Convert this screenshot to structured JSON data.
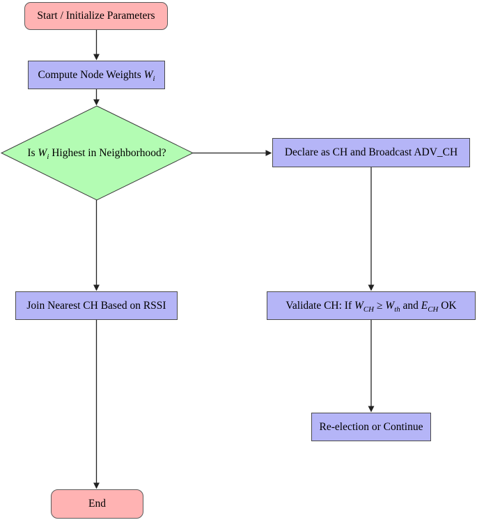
{
  "colors": {
    "terminal_fill": "#ffb3b3",
    "terminal_border": "#5a5a5a",
    "process_fill": "#b5b5f7",
    "node_border": "#4a4a4a",
    "decision_fill": "#b3fcb3",
    "decision_border": "#3a3a3a",
    "edge": "#222222",
    "text": "#000000",
    "background": "#ffffff"
  },
  "nodes": {
    "start": {
      "type": "terminal",
      "label": "Start / Initialize Parameters"
    },
    "compute": {
      "type": "process",
      "rich": [
        {
          "text": "Compute Node Weights "
        },
        {
          "var": "W",
          "sub": "i"
        }
      ]
    },
    "decision": {
      "type": "decision",
      "rich": [
        {
          "text": "Is "
        },
        {
          "var": "W",
          "sub": "i"
        },
        {
          "text": " Highest in Neighborhood?"
        }
      ]
    },
    "declare": {
      "type": "process",
      "label": "Declare as CH and Broadcast ADV_CH"
    },
    "join": {
      "type": "process",
      "label": "Join Nearest CH Based on RSSI"
    },
    "validate": {
      "type": "process",
      "rich": [
        {
          "text": "Validate CH: If "
        },
        {
          "var": "W",
          "sub": "CH"
        },
        {
          "text": " ≥ "
        },
        {
          "var": "W",
          "sub": "th"
        },
        {
          "text": " and "
        },
        {
          "var": "E",
          "sub": "CH"
        },
        {
          "text": " OK"
        }
      ]
    },
    "reelect": {
      "type": "process",
      "label": "Re-election or Continue"
    },
    "end": {
      "type": "terminal",
      "label": "End"
    }
  },
  "edges": [
    {
      "from": "start",
      "to": "compute"
    },
    {
      "from": "compute",
      "to": "decision"
    },
    {
      "from": "decision",
      "to": "declare"
    },
    {
      "from": "decision",
      "to": "join"
    },
    {
      "from": "declare",
      "to": "validate"
    },
    {
      "from": "validate",
      "to": "reelect"
    },
    {
      "from": "join",
      "to": "end"
    }
  ]
}
